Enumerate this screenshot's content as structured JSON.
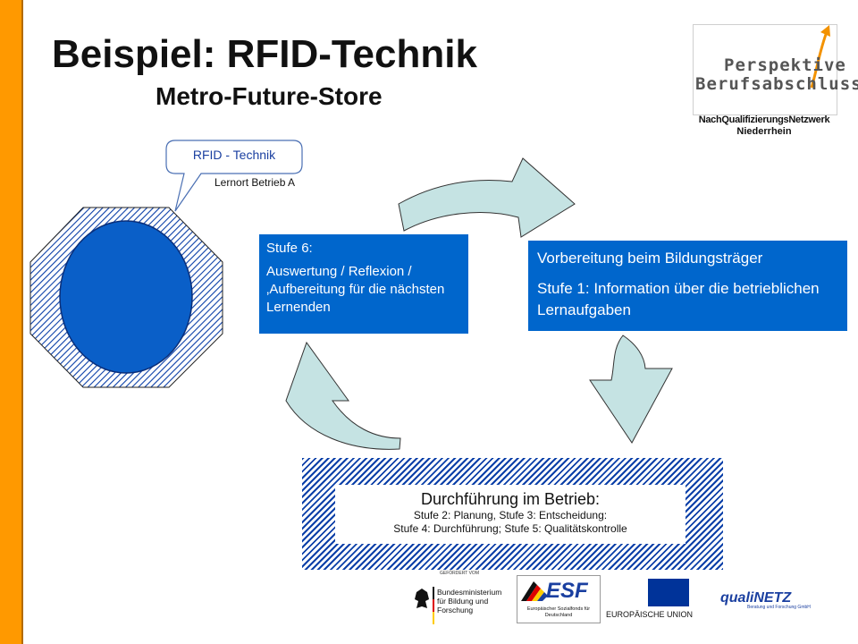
{
  "slide": {
    "title": "Beispiel: RFID-Technik",
    "subtitle": "Metro-Future-Store"
  },
  "logo": {
    "line1": "Perspektive",
    "line2": "Berufsabschluss",
    "caption_line1": "NachQualifizierungsNetzwerk",
    "caption_line2": "Niederrhein"
  },
  "callout": {
    "text": "RFID - Technik",
    "sublabel": "Lernort Betrieb A"
  },
  "box_stage6": {
    "heading": "Stufe 6:",
    "text": "Auswertung / Reflexion / ‚Aufbereitung für die nächsten Lernenden"
  },
  "box_stage1": {
    "line1": "Vorbereitung beim Bildungsträger",
    "line2": "Stufe 1: Information über die betrieblichen Lernaufgaben"
  },
  "box_company": {
    "heading": "Durchführung im Betrieb:",
    "line1": "Stufe 2: Planung, Stufe 3: Entscheidung:",
    "line2": "Stufe 4: Durchführung;  Stufe 5: Qualitätskontrolle"
  },
  "footer": {
    "gefoerdert": "GEFÖRDERT VOM",
    "bmbf": "Bundesministerium für Bildung und Forschung",
    "esf": "ESF",
    "esf_sub": "Europäischer Sozialfonds für Deutschland",
    "eu": "EUROPÄISCHE UNION",
    "qualinetz": "qualiNETZ",
    "qualinetz_sub": "Beratung und Forschung GmbH"
  },
  "colors": {
    "orange_bar": "#ff9900",
    "box_blue": "#0066cc",
    "arrow_fill": "#c5e3e3",
    "hatch_blue": "#0a3fa8"
  }
}
